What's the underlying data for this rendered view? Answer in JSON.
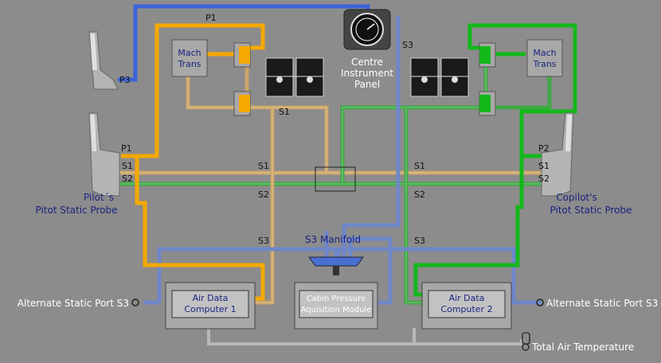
{
  "labels": {
    "p1_top": "P1",
    "p3": "P3",
    "s3_top": "S3",
    "centre_panel": [
      "Centre",
      "Instrument",
      "Panel"
    ],
    "mach_trans_left": [
      "Mach",
      "Trans"
    ],
    "mach_trans_right": [
      "Mach",
      "Trans"
    ],
    "s1_mid": "S1",
    "p1_left": "P1",
    "s1_left": "S1",
    "s2_left": "S2",
    "p2_right": "P2",
    "s1_right": "S1",
    "s2_right": "S2",
    "s1_center_left": "S1",
    "s1_center_right": "S1",
    "s2_center_left": "S2",
    "s2_center_right": "S2",
    "s3_center_left": "S3",
    "s3_center_right": "S3",
    "pilot_probe": [
      "Pilot´s",
      "Pitot Static Probe"
    ],
    "copilot_probe": [
      "Copilot's",
      "Pitot Static Probe"
    ],
    "s3_manifold": "S3 Manifold",
    "adc1": [
      "Air Data",
      "Computer 1"
    ],
    "cabin_module": [
      "Cabin Pressure",
      "Aquisition Module"
    ],
    "adc2": [
      "Air Data",
      "Computer 2"
    ],
    "alt_static_left": "Alternate Static Port S3",
    "alt_static_right": "Alternate Static Port S3",
    "total_air_temp": "Total Air Temperature"
  },
  "colors": {
    "background": "#8c8c8c",
    "pitot_blue": "#3d63d9",
    "orange": "#f5a800",
    "green": "#13b81a",
    "static_orange": "#c9a46a",
    "static_green": "#3fa845",
    "static_blue": "#6f86c8",
    "gray_line": "#b8b8b8",
    "box": "#a8a8a8"
  },
  "icons": [
    "pitot-probe-icon",
    "instrument-gauge-icon",
    "selector-valve-icon",
    "temperature-probe-icon"
  ]
}
